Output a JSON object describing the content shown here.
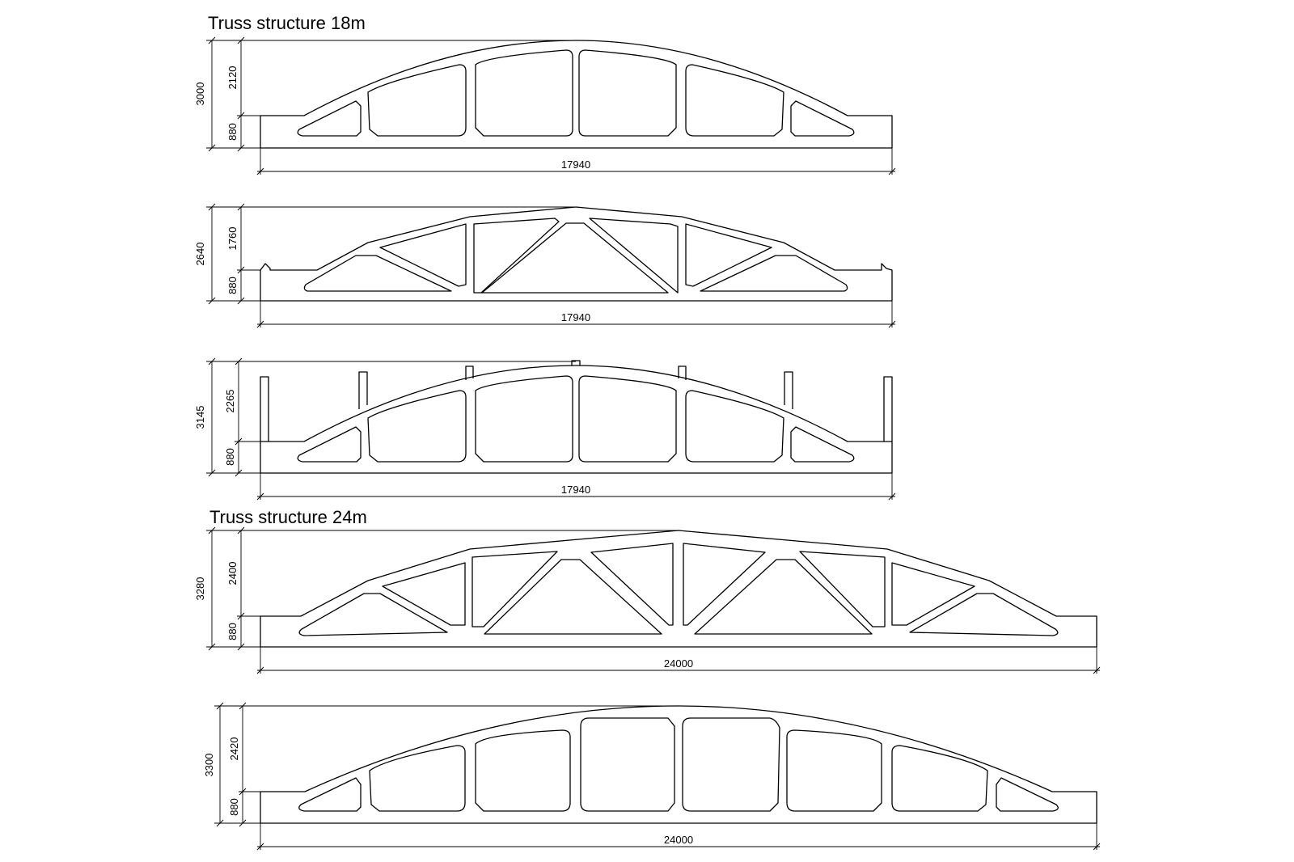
{
  "titles": {
    "t18": "Truss structure 18m",
    "t24": "Truss structure 24m"
  },
  "trusses": [
    {
      "total_height": "3000",
      "top_height": "2120",
      "bottom_height": "880",
      "span": "17940"
    },
    {
      "total_height": "2640",
      "top_height": "1760",
      "bottom_height": "880",
      "span": "17940"
    },
    {
      "total_height": "3145",
      "top_height": "2265",
      "bottom_height": "880",
      "span": "17940"
    },
    {
      "total_height": "3280",
      "top_height": "2400",
      "bottom_height": "880",
      "span": "24000"
    },
    {
      "total_height": "3300",
      "top_height": "2420",
      "bottom_height": "880",
      "span": "24000"
    }
  ]
}
